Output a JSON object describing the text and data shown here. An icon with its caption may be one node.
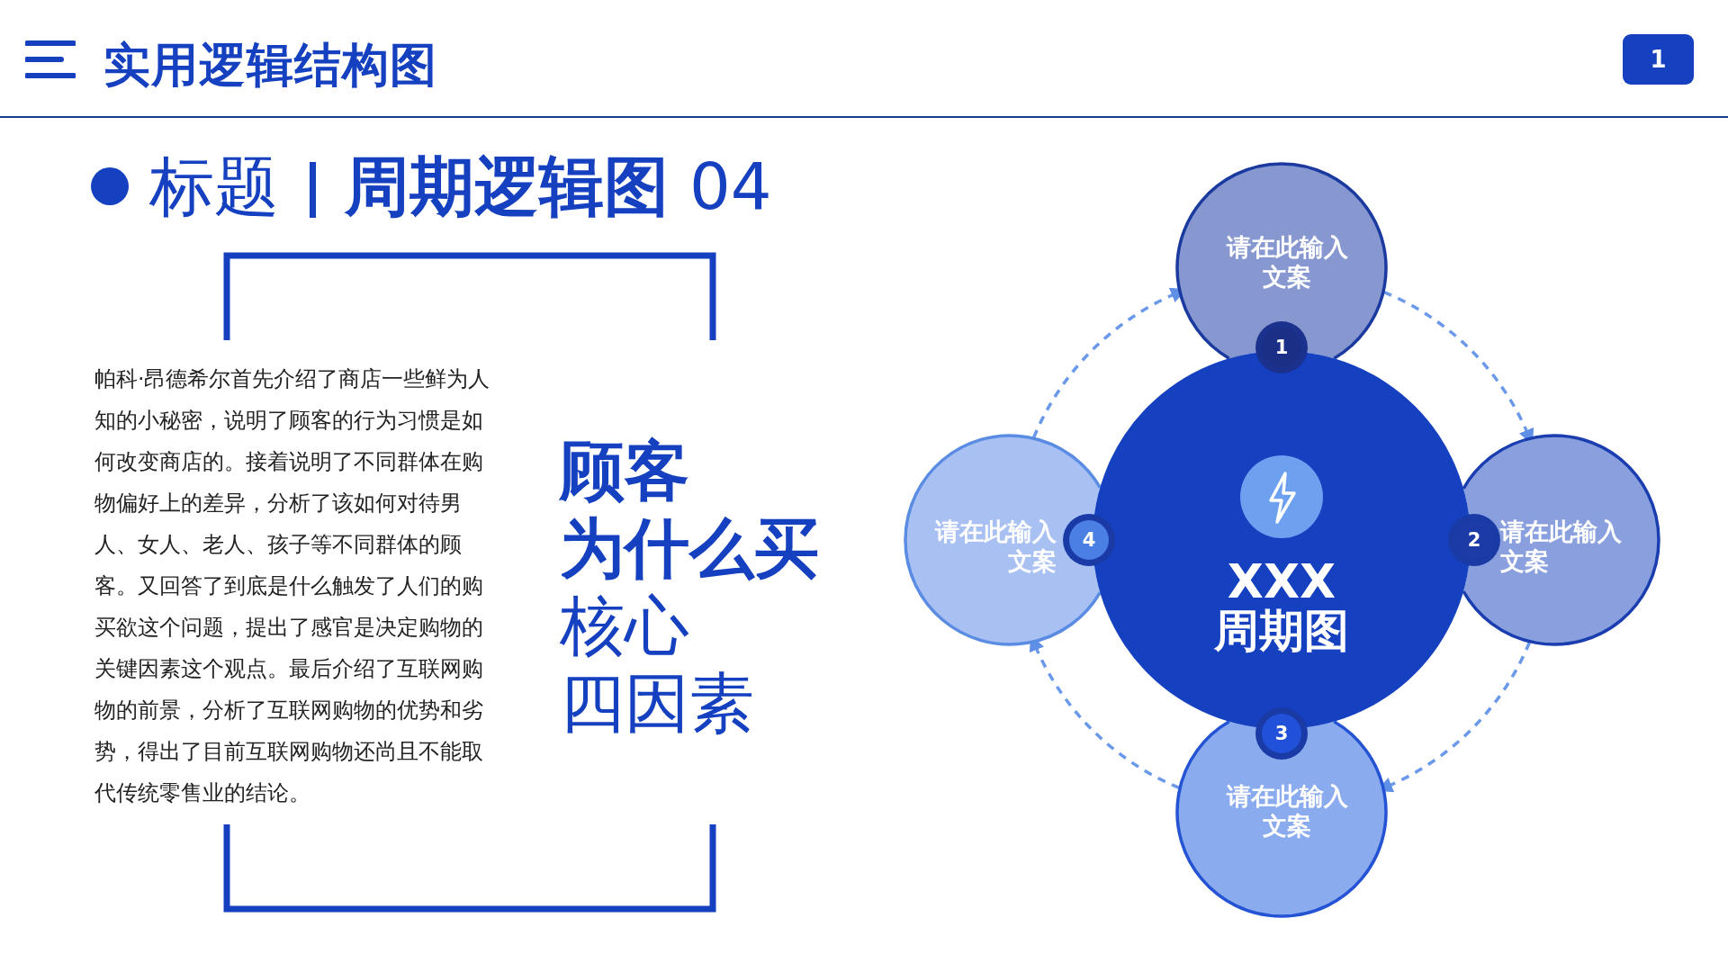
{
  "diagram": {
    "title": "实用逻辑结构图",
    "nodes": [
      {
        "text": [
          "XXX",
          "周期图"
        ]
      },
      {
        "text": [
          "请在此输入文案"
        ]
      },
      {
        "text": [
          "请在此输入文案"
        ]
      },
      {
        "text": [
          "请在此输入文案"
        ]
      },
      {
        "text": [
          "请在此输入文案"
        ]
      },
      {
        "text": [
          "1"
        ]
      },
      {
        "text": [
          "2"
        ]
      },
      {
        "text": [
          "3"
        ]
      },
      {
        "text": [
          "4"
        ]
      }
    ],
    "edges": [
      {
        "from": 1,
        "to": 2,
        "arrow": "to",
        "style": "dashed"
      },
      {
        "from": 2,
        "to": 3,
        "arrow": "to",
        "style": "dashed"
      },
      {
        "from": 3,
        "to": 4,
        "arrow": "to",
        "style": "dashed"
      },
      {
        "from": 4,
        "to": 1,
        "arrow": "to",
        "style": "dashed"
      }
    ],
    "labels": [
      "1",
      "标题",
      "**周期逻辑图** 04",
      "帕科·昂德希尔首先介绍了商店一些鲜为人知的小秘密，说明了顾客的行为习惯是如何改变商店的。接着说明了不同群体在购物偏好上的差异，分析了该如何对待男人、女人、老人、孩子等不同群体的顾客。又回答了到底是什么触发了人们的购买欲这个问题，提出了感官是决定购物的关键因素这个观点。最后介绍了互联网购物的前景，分析了互联网购物的优势和劣势，得出了目前互联网购物还尚且不能取代传统零售业的结论。",
      "顾客",
      "为什么买",
      "核心",
      "四因素"
    ]
  }
}
